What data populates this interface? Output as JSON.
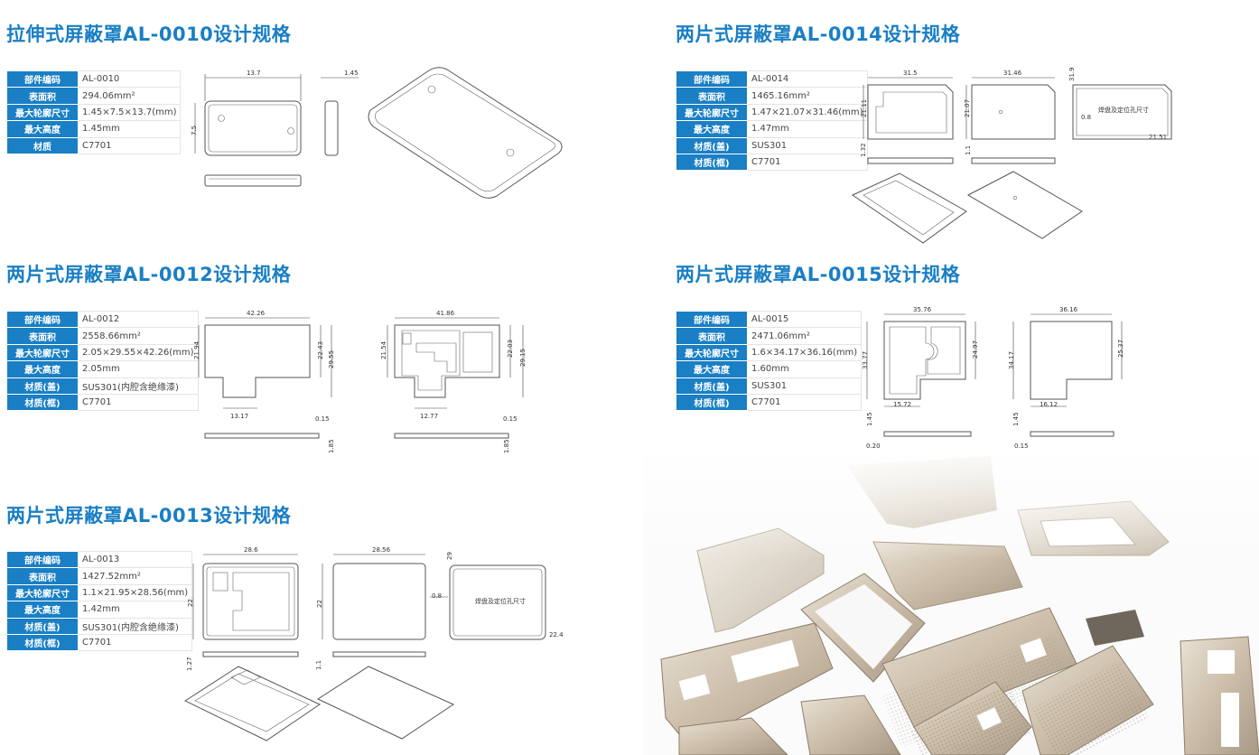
{
  "colors": {
    "accent": "#1a7fc4",
    "header_cell_text": "#ffffff"
  },
  "labels": [
    "部件编码",
    "表面积",
    "最大轮廓尺寸",
    "最大高度",
    "材质",
    "材质(盖)",
    "材质(框)"
  ],
  "sections": {
    "s0010": {
      "title": "拉伸式屏蔽罩AL-0010设计规格",
      "values": {
        "code": "AL-0010",
        "area": "294.06mm²",
        "size": "1.45×7.5×13.7(mm)",
        "height": "1.45mm",
        "material": "C7701"
      },
      "dims": {
        "w": "13.7",
        "h": "7.5",
        "t": "1.45"
      }
    },
    "s0014": {
      "title": "两片式屏蔽罩AL-0014设计规格",
      "values": {
        "code": "AL-0014",
        "area": "1465.16mm²",
        "size": "1.47×21.07×31.46(mm)",
        "height": "1.47mm",
        "lid": "SUS301",
        "frame": "C7701"
      },
      "dims": {
        "a": "31.5",
        "b": "31.46",
        "c": "21.11",
        "d": "21.07",
        "e": "1.32",
        "f": "1.1",
        "g": "31.9",
        "h": "0.8",
        "i": "21.51",
        "note": "焊盘及定位孔尺寸"
      }
    },
    "s0012": {
      "title": "两片式屏蔽罩AL-0012设计规格",
      "values": {
        "code": "AL-0012",
        "area": "2558.66mm²",
        "size": "2.05×29.55×42.26(mm)",
        "height": "2.05mm",
        "lid": "SUS301(内腔含绝缘漆)",
        "frame": "C7701"
      },
      "dims": {
        "a": "42.26",
        "b": "21.94",
        "c": "22.43",
        "d": "29.55",
        "e": "13.17",
        "f": "41.86",
        "g": "21.54",
        "h": "22.03",
        "i": "29.15",
        "j": "12.77",
        "k": "0.15",
        "l": "1.85"
      }
    },
    "s0015": {
      "title": "两片式屏蔽罩AL-0015设计规格",
      "values": {
        "code": "AL-0015",
        "area": "2471.06mm²",
        "size": "1.6×34.17×36.16(mm)",
        "height": "1.60mm",
        "lid": "SUS301",
        "frame": "C7701"
      },
      "dims": {
        "a": "35.76",
        "b": "33.77",
        "c": "24.97",
        "d": "15.72",
        "e": "36.16",
        "f": "34.17",
        "g": "25.37",
        "h": "16.12",
        "i": "1.45",
        "j": "0.20",
        "k": "0.15"
      }
    },
    "s0013": {
      "title": "两片式屏蔽罩AL-0013设计规格",
      "values": {
        "code": "AL-0013",
        "area": "1427.52mm²",
        "size": "1.1×21.95×28.56(mm)",
        "height": "1.42mm",
        "lid": "SUS301(内腔含绝缘漆)",
        "frame": "C7701"
      },
      "dims": {
        "a": "28.6",
        "b": "22",
        "c": "28.56",
        "d": "22",
        "e": "29",
        "f": "0.8",
        "g": "22.4",
        "h": "1.27",
        "i": "1.1",
        "note": "焊盘及定位孔尺寸"
      }
    }
  }
}
